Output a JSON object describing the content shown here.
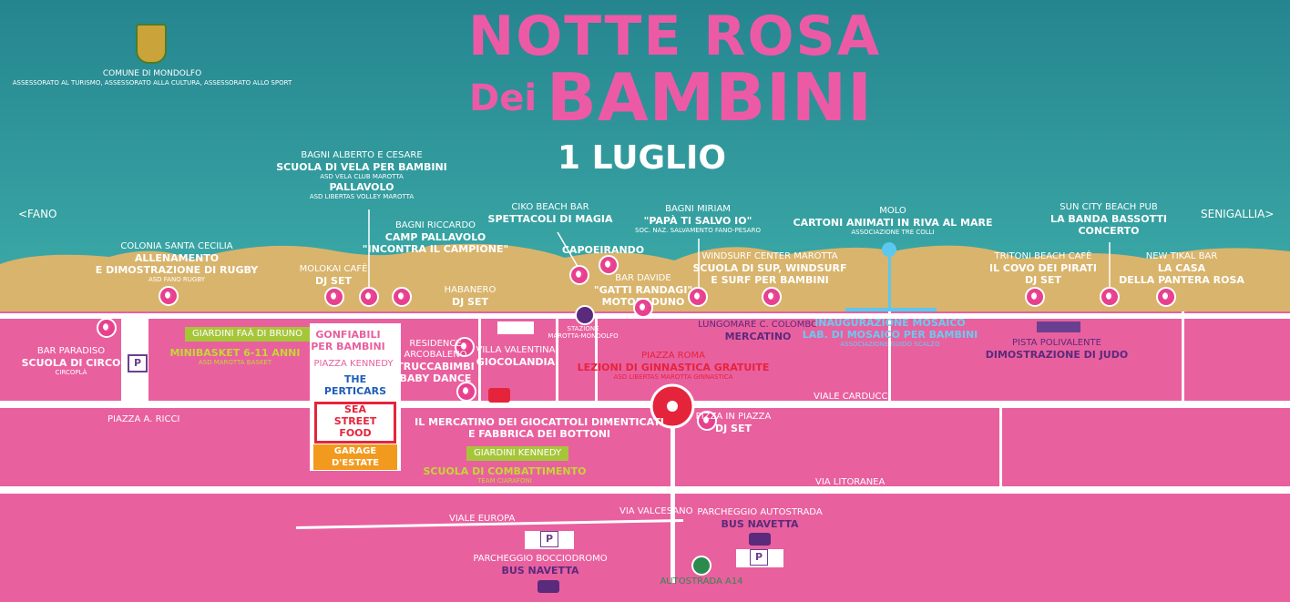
{
  "header": {
    "title_line1": "NOTTE ROSA",
    "title_line2_small": "Dei",
    "title_line2_big": "BAMBINI",
    "date": "1 LUGLIO"
  },
  "crest": {
    "line1": "COMUNE DI MONDOLFO",
    "line2": "ASSESSORATO AL TURISMO, ASSESSORATO ALLA CULTURA, ASSESSORATO ALLO SPORT"
  },
  "directions": {
    "left": "<FANO",
    "right": "SENIGALLIA>"
  },
  "beach_labels": {
    "colonia": {
      "name": "COLONIA SANTA CECILIA",
      "event": "ALLENAMENTO",
      "event2": "E DIMOSTRAZIONE DI RUGBY",
      "org": "ASD FANO RUGBY"
    },
    "molokai": {
      "name": "MOLOKAI CAFÈ",
      "event": "DJ SET"
    },
    "alberto": {
      "name": "BAGNI ALBERTO E CESARE",
      "event": "SCUOLA DI VELA PER BAMBINI",
      "org": "ASD VELA CLUB MAROTTA",
      "event2": "PALLAVOLO",
      "org2": "ASD LIBERTAS VOLLEY MAROTTA"
    },
    "riccardo": {
      "name": "BAGNI RICCARDO",
      "event": "CAMP PALLAVOLO",
      "event2": "\"INCONTRA IL CAMPIONE\""
    },
    "habanero": {
      "name": "HABANERO",
      "event": "DJ SET"
    },
    "ciko": {
      "name": "CIKO BEACH BAR",
      "event": "SPETTACOLI DI MAGIA"
    },
    "capoeirando": {
      "event": "CAPOEIRANDO"
    },
    "davide": {
      "name": "BAR DAVIDE",
      "event": "\"GATTI RANDAGI\"",
      "event2": "MOTORADUNO"
    },
    "miriam": {
      "name": "BAGNI MIRIAM",
      "event": "\"PAPÀ TI SALVO IO\"",
      "org": "SOC. NAZ. SALVAMENTO FANO-PESARO"
    },
    "windsurf": {
      "name": "WINDSURF CENTER MAROTTA",
      "event": "SCUOLA DI SUP, WINDSURF",
      "event2": "E SURF PER BAMBINI"
    },
    "molo": {
      "name": "MOLO",
      "event": "CARTONI ANIMATI IN RIVA AL MARE",
      "org": "ASSOCIAZIONE TRE COLLI"
    },
    "suncity": {
      "name": "SUN CITY BEACH PUB",
      "event": "LA BANDA BASSOTTI",
      "event2": "CONCERTO"
    },
    "tritoni": {
      "name": "TRITONI BEACH CAFÈ",
      "event": "IL COVO DEI PIRATI",
      "event2": "DJ SET"
    },
    "tikal": {
      "name": "NEW TIKAL BAR",
      "event": "LA CASA",
      "event2": "DELLA PANTERA ROSA"
    }
  },
  "town_labels": {
    "paradiso": {
      "name": "BAR PARADISO",
      "event": "SCUOLA DI CIRCO",
      "org": "CIRCOPLÀ"
    },
    "faa": {
      "box": "GIARDINI FAÀ DI BRUNO",
      "event": "MINIBASKET 6-11 ANNI",
      "org": "ASD MAROTTA BASKET"
    },
    "gonfiabili": {
      "event": "GONFIABILI",
      "event2": "PER BAMBINI",
      "place": "PIAZZA KENNEDY"
    },
    "perticars": {
      "text": "THE PERTICARS"
    },
    "streetfood": {
      "text": "SEA STREET FOOD"
    },
    "garage": {
      "text": "GARAGE D'ESTATE"
    },
    "arcobaleno": {
      "name": "RESIDENCE",
      "name2": "ARCOBALENO",
      "event": "TRUCCABIMBI",
      "event2": "BABY DANCE"
    },
    "valentina": {
      "name": "VILLA VALENTINA",
      "event": "GIOCOLANDIA"
    },
    "stazione": {
      "name": "STAZIONE",
      "name2": "MAROTTA-MONDOLFO"
    },
    "lungomare": {
      "name": "LUNGOMARE C. COLOMBO",
      "event": "MERCATINO"
    },
    "mosaico": {
      "event": "INAUGURAZIONE MOSAICO",
      "event2": "LAB. DI MOSAICO PER BAMBINI",
      "org": "ASSOCIAZIONE GUIDO SCALZO"
    },
    "pista": {
      "name": "PISTA POLIVALENTE",
      "event": "DIMOSTRAZIONE DI JUDO"
    },
    "roma": {
      "name": "PIAZZA ROMA",
      "event": "LEZIONI DI GINNASTICA GRATUITE",
      "org": "ASD LIBERTAS MAROTTA GINNASTICA"
    },
    "mercatino": {
      "event": "IL MERCATINO DEI GIOCATTOLI DIMENTICATI",
      "event2": "E FABBRICA DEI BOTTONI"
    },
    "pizza": {
      "name": "PIZZA IN PIAZZA",
      "event": "DJ SET"
    },
    "kennedy": {
      "box": "GIARDINI KENNEDY",
      "event": "SCUOLA DI COMBATTIMENTO",
      "org": "TEAM CIARAFONI"
    },
    "bocciodromo": {
      "name": "PARCHEGGIO BOCCIODROMO",
      "event": "BUS NAVETTA"
    },
    "autostrada_park": {
      "name": "PARCHEGGIO AUTOSTRADA",
      "event": "BUS NAVETTA"
    },
    "a14": {
      "name": "AUTOSTRADA A14"
    }
  },
  "roads": {
    "ricci": "PIAZZA A. RICCI",
    "carducci1": "VIALE CARDUCCI",
    "carducci2": "VIALE CARDUCCI",
    "litoranea": "VIA LITORANEA",
    "europa": "VIALE EUROPA",
    "valcesano": "VIA VALCESANO"
  },
  "parking_letter": "P",
  "colors": {
    "sea": "#2b8f95",
    "sand": "#d8b46e",
    "town": "#e9609f",
    "pin": "#e8408f",
    "purple": "#5a2a7c",
    "green": "#a6c63a",
    "orange": "#f29a1e"
  }
}
